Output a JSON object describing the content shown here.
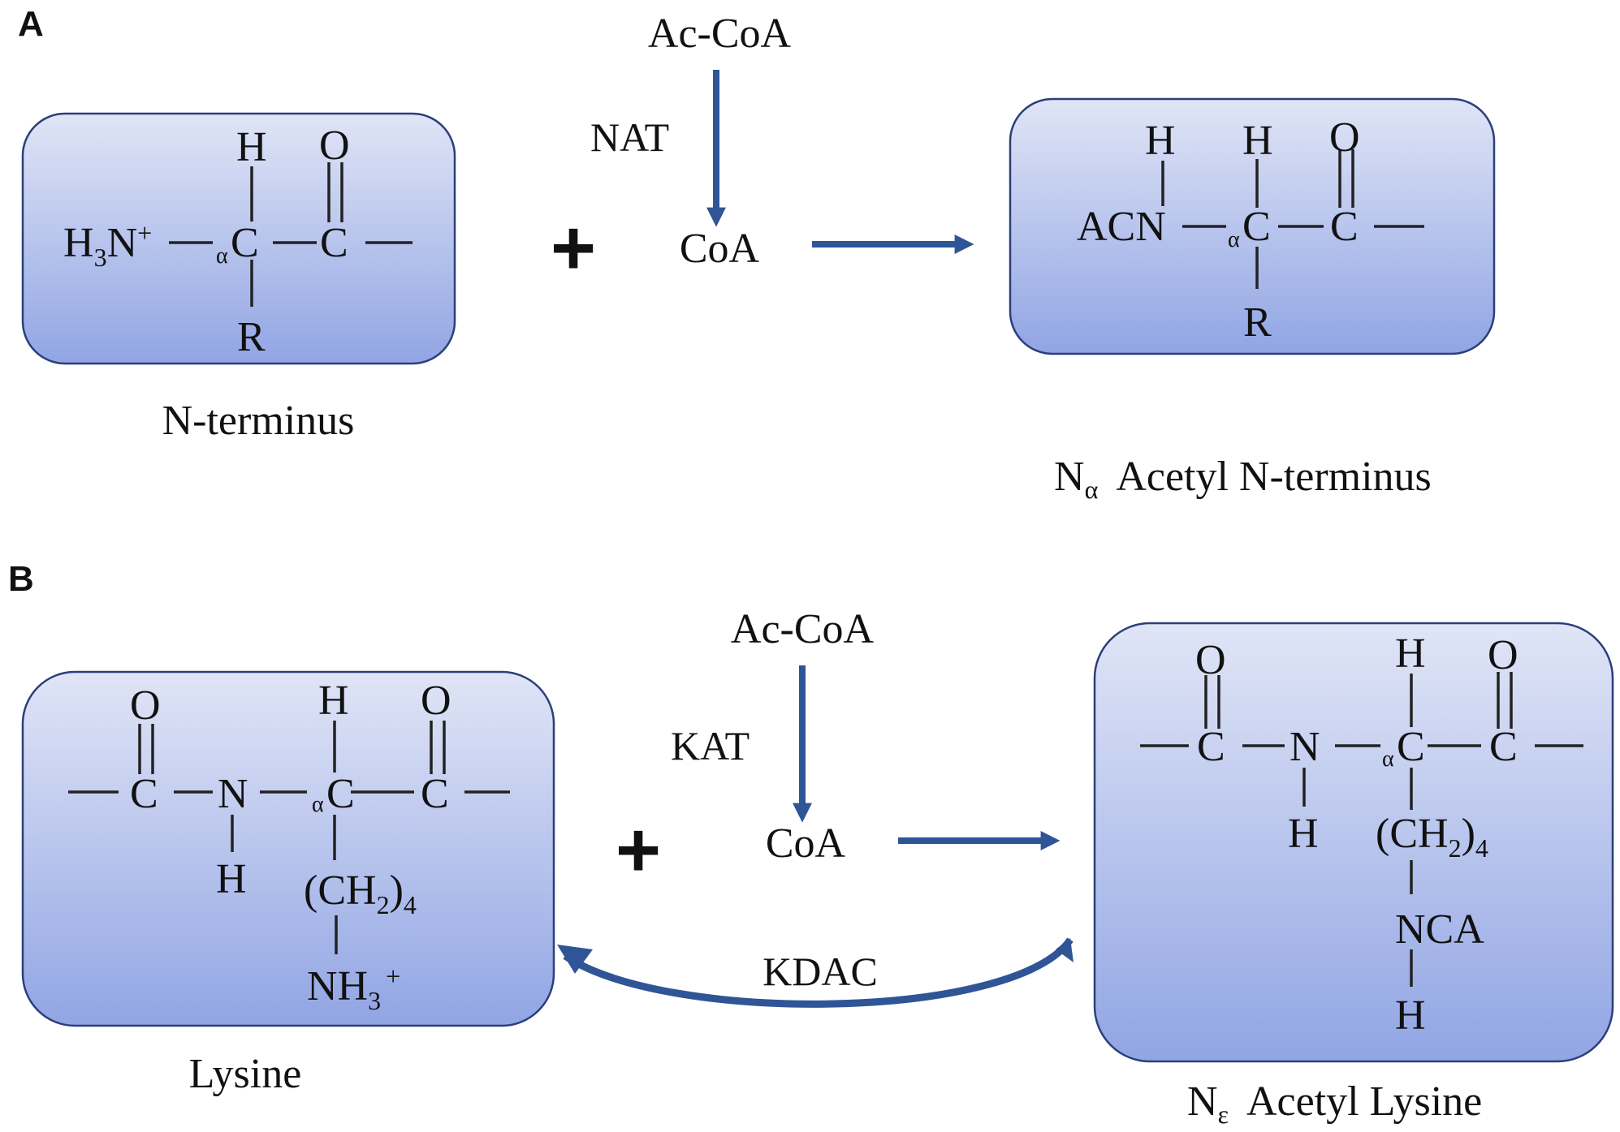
{
  "panels": {
    "a": {
      "label": "A",
      "substrate": {
        "caption": "N-terminus",
        "n_group": "H",
        "n_group_sub": "3",
        "n_group_tail": "N",
        "n_group_sup": "+",
        "alpha": "α",
        "carbon": "C",
        "carbonyl_c": "C",
        "h": "H",
        "o": "O",
        "r": "R"
      },
      "cofactor_in": "Ac-CoA",
      "cofactor_out": "CoA",
      "enzyme": "NAT",
      "plus": "+",
      "product": {
        "caption_n": "N",
        "caption_sub": "α",
        "caption_rest": "Acetyl  N-terminus",
        "acn": "ACN",
        "nh": "H",
        "alpha": "α",
        "carbon": "C",
        "carbonyl_c": "C",
        "h": "H",
        "o": "O",
        "r": "R"
      }
    },
    "b": {
      "label": "B",
      "substrate": {
        "caption": "Lysine",
        "o1": "O",
        "c1": "C",
        "n": "N",
        "nh": "H",
        "alpha": "α",
        "carbon": "C",
        "h": "H",
        "o2": "O",
        "c2": "C",
        "ch2_open": "(CH",
        "ch2_sub": "2",
        "ch2_close": ")",
        "ch2_count": "4",
        "nh3": "NH",
        "nh3_sub": "3",
        "nh3_sup": "+"
      },
      "cofactor_in": "Ac-CoA",
      "cofactor_out": "CoA",
      "enzyme": "KAT",
      "reverse_enzyme": "KDAC",
      "plus": "+",
      "product": {
        "caption_n": "N",
        "caption_sub": "ε",
        "caption_rest": "Acetyl  Lysine",
        "o1": "O",
        "c1": "C",
        "n": "N",
        "nh": "H",
        "alpha": "α",
        "carbon": "C",
        "h": "H",
        "o2": "O",
        "c2": "C",
        "ch2_open": "(CH",
        "ch2_sub": "2",
        "ch2_close": ")",
        "ch2_count": "4",
        "nca": "NCA",
        "nca_h": "H"
      }
    }
  },
  "colors": {
    "box_top": "#e0e5f6",
    "box_bottom": "#91a5e4",
    "arrow": "#2f5597"
  }
}
